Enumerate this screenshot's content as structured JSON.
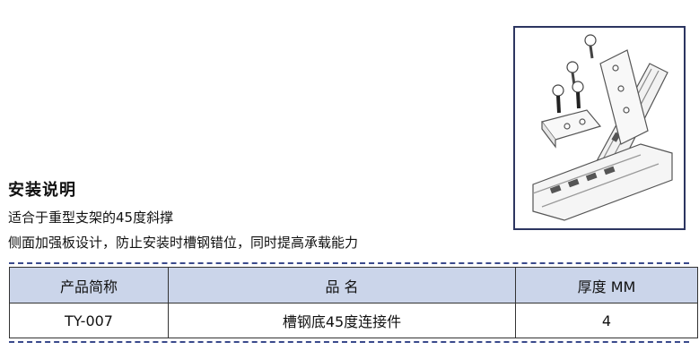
{
  "section": {
    "title": "安装说明",
    "lines": [
      "适合于重型支架的45度斜撑",
      "侧面加强板设计，防止安装时槽钢错位，同时提高承载能力"
    ]
  },
  "figure": {
    "icon": "channel-45-degree-connector-illustration"
  },
  "table": {
    "headers": [
      "产品简称",
      "品 名",
      "厚度 MM"
    ],
    "rows": [
      [
        "TY-007",
        "槽钢底45度连接件",
        "4"
      ]
    ]
  },
  "colors": {
    "header_bg": "#cbd5ea",
    "frame": "#2c3560",
    "dash": "#3a4a8c"
  }
}
